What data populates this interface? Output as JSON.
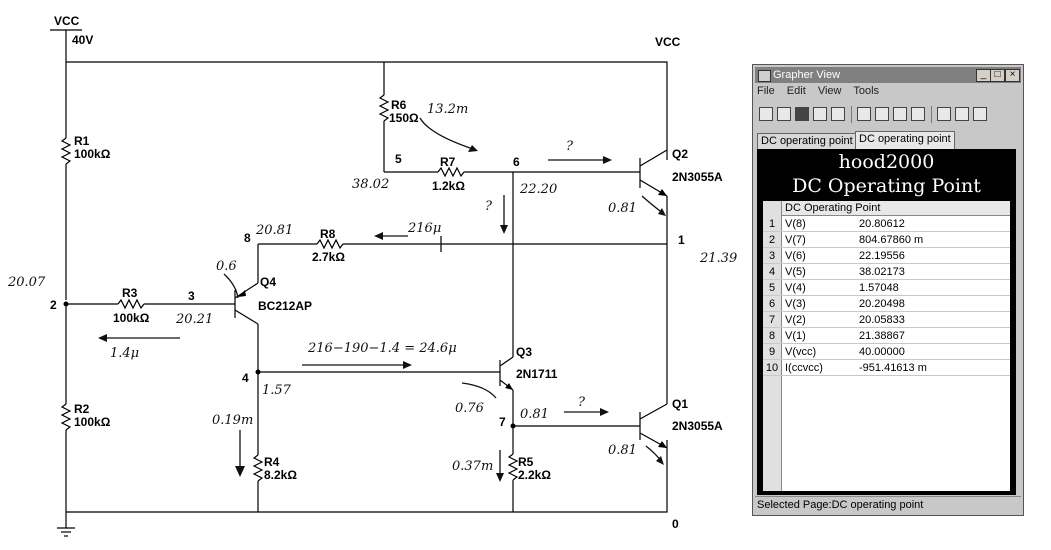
{
  "schematic": {
    "vcc_label": "VCC",
    "vcc_value": "40V",
    "vcc_right_label": "VCC",
    "ground_node": "0",
    "nodes": {
      "n1": "1",
      "n2": "2",
      "n3": "3",
      "n4": "4",
      "n5": "5",
      "n6": "6",
      "n7": "7",
      "n8": "8"
    },
    "resistors": [
      {
        "id": "R1",
        "value": "100kΩ"
      },
      {
        "id": "R2",
        "value": "100kΩ"
      },
      {
        "id": "R3",
        "value": "100kΩ"
      },
      {
        "id": "R4",
        "value": "8.2kΩ"
      },
      {
        "id": "R5",
        "value": "2.2kΩ"
      },
      {
        "id": "R6",
        "value": "150Ω"
      },
      {
        "id": "R7",
        "value": "1.2kΩ"
      },
      {
        "id": "R8",
        "value": "2.7kΩ"
      }
    ],
    "transistors": [
      {
        "id": "Q1",
        "model": "2N3055A"
      },
      {
        "id": "Q2",
        "model": "2N3055A"
      },
      {
        "id": "Q3",
        "model": "2N1711"
      },
      {
        "id": "Q4",
        "model": "BC212AP"
      }
    ],
    "annotations": {
      "r6_current": "13.2m",
      "q2_base": "?",
      "q1_base": "?",
      "n6_down": "?",
      "node5_v": "38.02",
      "node6_v": "22.20",
      "node8_v": "20.81",
      "r8_current": "216μ",
      "node1_v": "21.39",
      "q2_vbe": "0.81",
      "node2_v": "20.07",
      "q4_veb": "0.6",
      "node3_v": "20.21",
      "r3_current": "1.4μ",
      "q3_base_eq": "216−190−1.4 = 24.6μ",
      "node4_v": "1.57",
      "r4_current": "0.19m",
      "q3_vbe": "0.76",
      "node7_v": "0.81",
      "r5_current": "0.37m",
      "q1_vbe": "0.81"
    }
  },
  "grapher": {
    "title": "Grapher View",
    "window_buttons": {
      "minimize": "_",
      "maximize": "□",
      "close": "×"
    },
    "menu": [
      "File",
      "Edit",
      "View",
      "Tools"
    ],
    "tabs": [
      "DC operating point",
      "DC operating point"
    ],
    "chart_title": "hood2000",
    "chart_subtitle": "DC Operating Point",
    "column_header": "DC Operating Point",
    "rows": [
      {
        "n": "1",
        "name": "V(8)",
        "value": "20.80612"
      },
      {
        "n": "2",
        "name": "V(7)",
        "value": "804.67860 m"
      },
      {
        "n": "3",
        "name": "V(6)",
        "value": "22.19556"
      },
      {
        "n": "4",
        "name": "V(5)",
        "value": "38.02173"
      },
      {
        "n": "5",
        "name": "V(4)",
        "value": "1.57048"
      },
      {
        "n": "6",
        "name": "V(3)",
        "value": "20.20498"
      },
      {
        "n": "7",
        "name": "V(2)",
        "value": "20.05833"
      },
      {
        "n": "8",
        "name": "V(1)",
        "value": "21.38867"
      },
      {
        "n": "9",
        "name": "V(vcc)",
        "value": "40.00000"
      },
      {
        "n": "10",
        "name": "I(ccvcc)",
        "value": "-951.41613 m"
      }
    ],
    "status": "Selected Page:DC operating point"
  }
}
